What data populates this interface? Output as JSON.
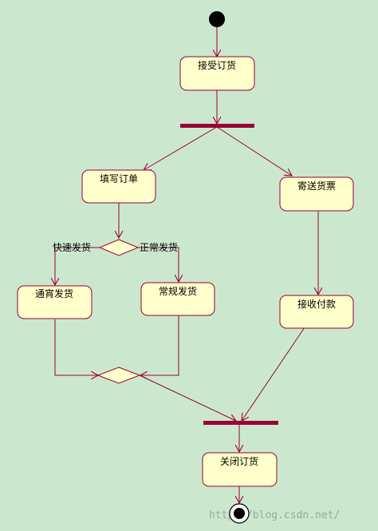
{
  "colors": {
    "background": "#cbe8cf",
    "node_fill": "#ffffcc",
    "node_stroke": "#990033",
    "bar_fill": "#990033",
    "initial_fill": "#000000",
    "edge": "#990033"
  },
  "nodes": {
    "accept_order": "接受订货",
    "fill_order": "填写订单",
    "send_invoice": "寄送货票",
    "notify_shipping": "通宵发货",
    "regular_shipping": "常规发货",
    "receive_payment": "接收付款",
    "close_order": "关闭订货"
  },
  "guards": {
    "fast": "快速发货",
    "normal": "正常发货"
  },
  "watermark": "http://blog.csdn.net/"
}
